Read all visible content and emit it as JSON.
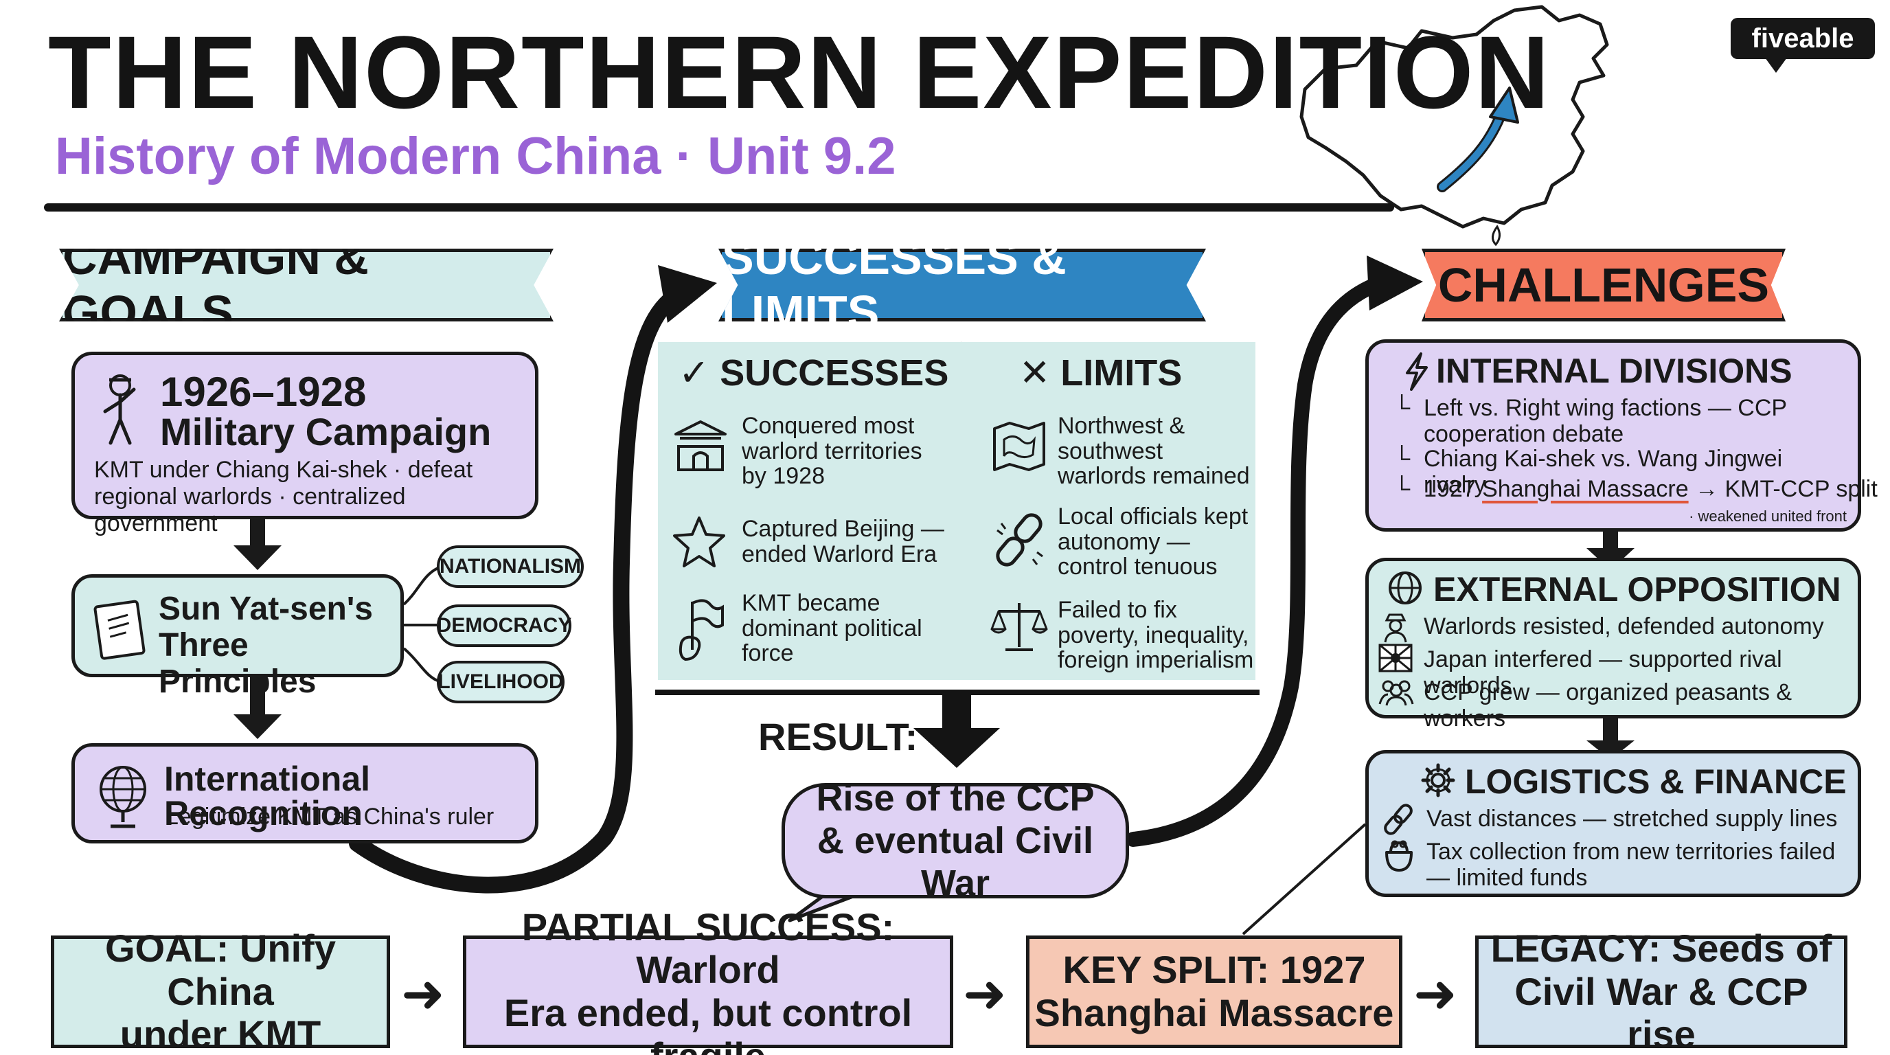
{
  "header": {
    "title": "THE NORTHERN EXPEDITION",
    "subtitle": "History of Modern China · Unit 9.2",
    "brand": "fiveable"
  },
  "map": {
    "icon": "china-map-with-arrow-icon",
    "arrow_color": "#2e85c2"
  },
  "colors": {
    "purple": "#dfd2f4",
    "teal": "#d4ecea",
    "blue_banner": "#2e85c2",
    "coral_banner": "#f57a5f",
    "pale_blue": "#d2e2ef",
    "salmon": "#f6c8b4",
    "subtitle": "#9a63d6"
  },
  "campaign": {
    "banner": "CAMPAIGN & GOALS",
    "military": {
      "years": "1926–1928",
      "title": "Military Campaign",
      "desc": "KMT under Chiang Kai-shek · defeat regional warlords · centralized government"
    },
    "principles": {
      "title": "Sun Yat-sen's Three Principles",
      "tags": [
        "NATIONALISM",
        "DEMOCRACY",
        "LIVELIHOOD"
      ]
    },
    "recognition": {
      "title": "International Recognition",
      "desc": "Legitimize KMT as China's ruler"
    }
  },
  "successes_limits": {
    "banner": "SUCCESSES & LIMITS",
    "successes_head": "SUCCESSES",
    "limits_head": "LIMITS",
    "successes": [
      {
        "icon": "palace-gate-icon",
        "text": "Conquered most warlord territories by 1928"
      },
      {
        "icon": "star-icon",
        "text": "Captured Beijing — ended Warlord Era"
      },
      {
        "icon": "flag-in-hand-icon",
        "text": "KMT became dominant political force"
      }
    ],
    "limits": [
      {
        "icon": "regional-map-icon",
        "text": "Northwest & southwest warlords remained"
      },
      {
        "icon": "broken-chain-icon",
        "text": "Local officials kept autonomy — control tenuous"
      },
      {
        "icon": "balance-scale-icon",
        "text": "Failed to fix poverty, inequality, foreign imperialism"
      }
    ]
  },
  "result": {
    "label": "RESULT:",
    "text": "Rise of the CCP & eventual Civil War"
  },
  "challenges": {
    "banner": "CHALLENGES",
    "internal": {
      "title": "INTERNAL DIVISIONS",
      "items": [
        "Left vs. Right wing factions — CCP cooperation debate",
        "Chiang Kai-shek vs. Wang Jingwei rivalry"
      ],
      "massacre_pre": "1927",
      "massacre_highlight": "Shanghai Massacre",
      "massacre_post": "→ KMT-CCP split",
      "note": "· weakened united front"
    },
    "external": {
      "title": "EXTERNAL OPPOSITION",
      "items": [
        {
          "icon": "soldier-icon",
          "text": "Warlords resisted, defended autonomy"
        },
        {
          "icon": "rising-sun-flag-icon",
          "text": "Japan interfered — supported rival warlords"
        },
        {
          "icon": "crowd-icon",
          "text": "CCP grew — organized peasants & workers"
        }
      ]
    },
    "logistics": {
      "title": "LOGISTICS & FINANCE",
      "items": [
        {
          "icon": "chain-link-icon",
          "text": "Vast distances — stretched supply lines"
        },
        {
          "icon": "coin-purse-icon",
          "text": "Tax collection from new territories failed — limited funds"
        }
      ]
    }
  },
  "summary": [
    {
      "line1": "GOAL: Unify China",
      "line2": "under KMT"
    },
    {
      "line1": "PARTIAL SUCCESS: Warlord",
      "line2": "Era ended, but control fragile"
    },
    {
      "line1": "KEY SPLIT: 1927",
      "line2": "Shanghai Massacre"
    },
    {
      "line1": "LEGACY: Seeds of",
      "line2": "Civil War & CCP rise"
    }
  ]
}
